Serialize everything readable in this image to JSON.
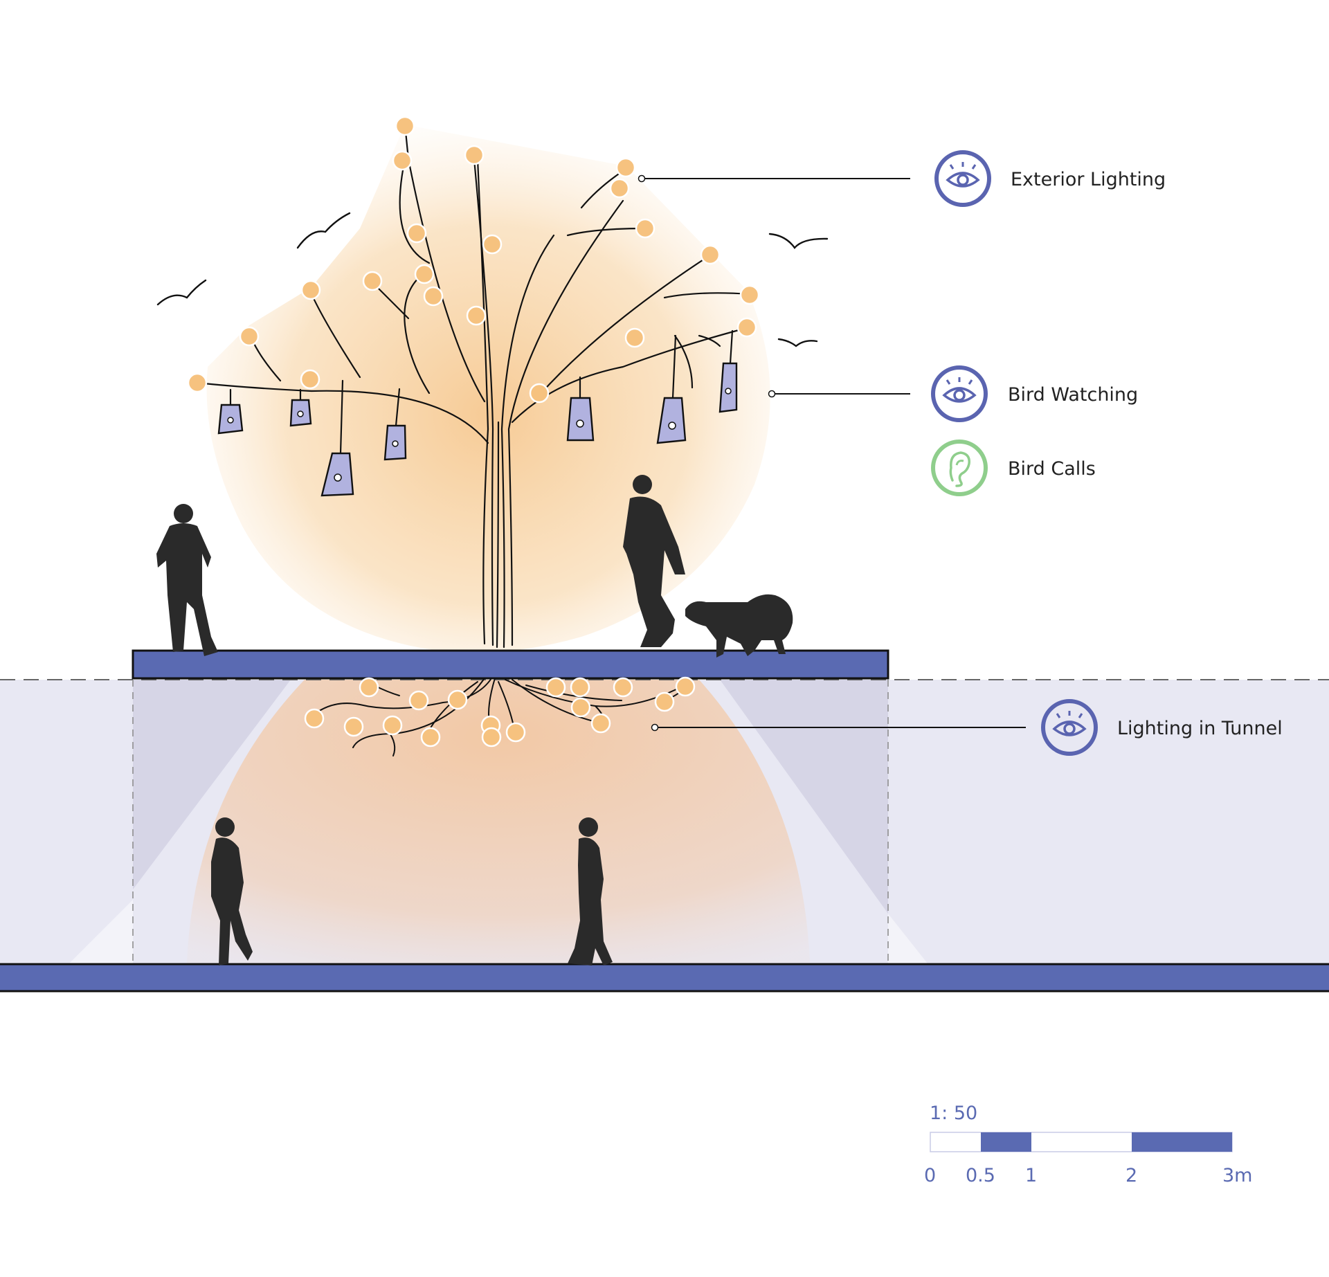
{
  "legend": {
    "exterior_lighting": "Exterior Lighting",
    "bird_watching": "Bird Watching",
    "bird_calls": "Bird Calls",
    "lighting_in_tunnel": "Lighting in Tunnel"
  },
  "icons": {
    "exterior_lighting": "eye-icon",
    "bird_watching": "eye-icon",
    "bird_calls": "ear-icon",
    "lighting_in_tunnel": "eye-icon"
  },
  "scale": {
    "ratio": "1: 50",
    "ticks": [
      "0",
      "0.5",
      "1",
      "2",
      "3m"
    ]
  },
  "colors": {
    "deck": "#5a6ab2",
    "eye_icon": "#5a64b0",
    "ear_icon": "#8fce8c",
    "light_glow": "#f6c27f",
    "tunnel": "#e8e8f3",
    "bird_house": "#b1b2df"
  }
}
